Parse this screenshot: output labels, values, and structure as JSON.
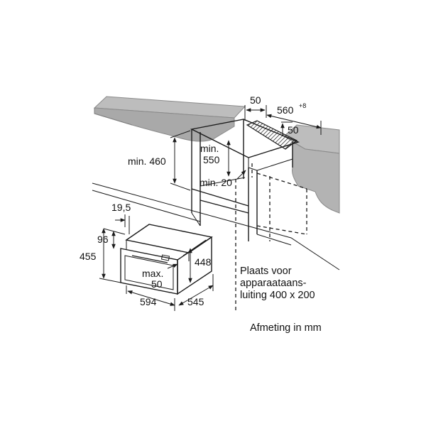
{
  "diagram": {
    "labels": {
      "dim_50_top": "50",
      "dim_560": "560",
      "dim_560_tolerance": "+8",
      "dim_50_right": "50",
      "dim_min_460": "min. 460",
      "dim_min_550_line1": "min.",
      "dim_min_550_line2": "550",
      "dim_min_20": "min. 20",
      "dim_19_5": "19,5",
      "dim_96": "96",
      "dim_455": "455",
      "dim_448": "448",
      "dim_max_50_line1": "max.",
      "dim_max_50_line2": "50",
      "dim_594": "594",
      "dim_545": "545",
      "connection_line1": "Plaats voor",
      "connection_line2": "apparaataans-",
      "connection_line3": "luiting 400 x 200",
      "units_note": "Afmeting in mm"
    },
    "colors": {
      "countertop": "#b9b9b9",
      "countertop_edge": "#8e8e8e",
      "line": "#1a1a1a",
      "hatch_bg": "#ffffff"
    }
  }
}
